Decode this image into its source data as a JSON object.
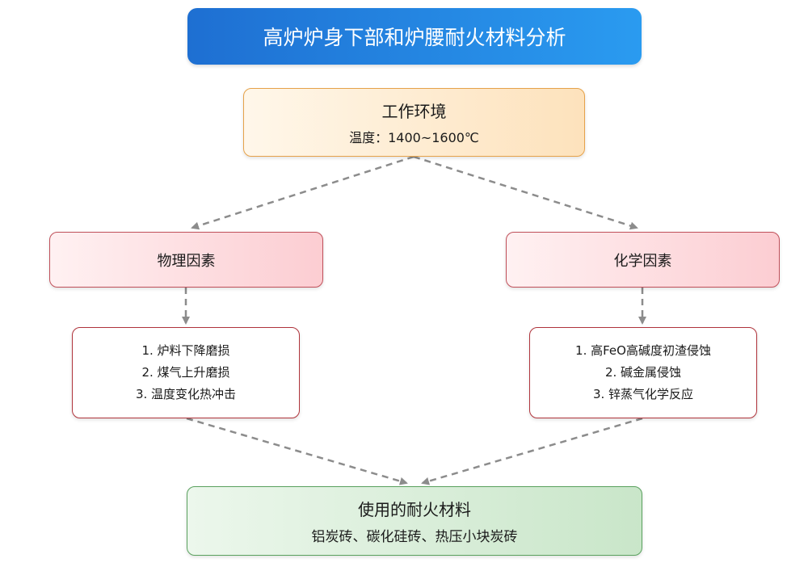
{
  "title": "高炉炉身下部和炉腰耐火材料分析",
  "environment": {
    "heading": "工作环境",
    "detail": "温度：1400~1600℃"
  },
  "physical": {
    "label": "物理因素",
    "items": [
      "1. 炉料下降磨损",
      "2. 煤气上升磨损",
      "3. 温度变化热冲击"
    ]
  },
  "chemical": {
    "label": "化学因素",
    "items": [
      "1. 高FeO高碱度初渣侵蚀",
      "2. 碱金属侵蚀",
      "3. 锌蒸气化学反应"
    ]
  },
  "materials": {
    "heading": "使用的耐火材料",
    "detail": "铝炭砖、碳化硅砖、热压小块炭砖"
  },
  "colors": {
    "connector": "#8c8c8c"
  }
}
